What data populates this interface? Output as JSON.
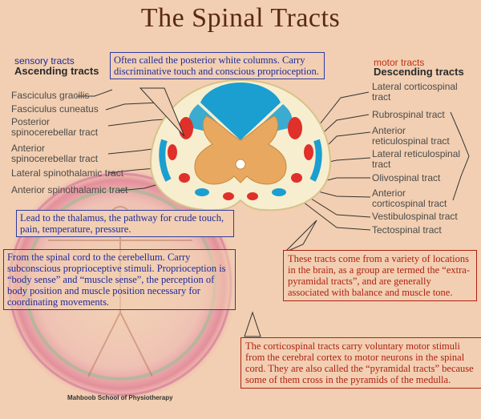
{
  "title": "The Spinal Tracts",
  "ascending": {
    "sub": "sensory tracts",
    "heading": "Ascending tracts",
    "labels": [
      "Fasciculus gracilis",
      "Fasciculus cuneatus",
      "Posterior spinocerebellar tract",
      "Anterior spinocerebellar tract",
      "Lateral spinothalamic tract",
      "Anterior spinothalamic tract"
    ]
  },
  "descending": {
    "sub": "motor tracts",
    "heading": "Descending tracts",
    "labels": [
      "Lateral corticospinal tract",
      "Rubrospinal tract",
      "Anterior reticulospinal tract",
      "Lateral reticulospinal tract",
      "Olivospinal tract",
      "Anterior corticospinal tract",
      "Vestibulospinal tract",
      "Tectospinal tract"
    ]
  },
  "notes": {
    "posterior_columns": "Often called the posterior white columns. Carry discriminative touch and conscious proprioception.",
    "thalamus": "Lead to the thalamus, the pathway for crude touch, pain, temperature, pressure.",
    "cerebellum": "From the spinal cord to the cerebellum. Carry subconscious proprioceptive stimuli. Proprioception is “body sense” and “muscle sense”, the perception of body position and muscle position necessary for coordinating movements.",
    "extrapyramidal": "These tracts come from a variety of locations in the brain, as a group are termed the “extra-pyramidal tracts”, and are generally associated with balance and muscle tone.",
    "corticospinal": "The corticospinal tracts carry voluntary motor stimuli from the cerebral cortex to motor neurons in the spinal cord.  They are also called the “pyramidal tracts” because some of them cross in the pyramids of the medulla."
  },
  "footer": "Mahboob School of Physiotherapy",
  "colors": {
    "background": "#f2cfb2",
    "sensory": "#1e2a9a",
    "motor": "#b02010",
    "tract_blue": "#1a9fd0",
    "tract_red": "#e0302a",
    "grey_matter": "#e8a860",
    "white_matter": "#f7eecf"
  },
  "icons": [
    "spinal-cord-cross-section",
    "vitruvian-watermark"
  ]
}
